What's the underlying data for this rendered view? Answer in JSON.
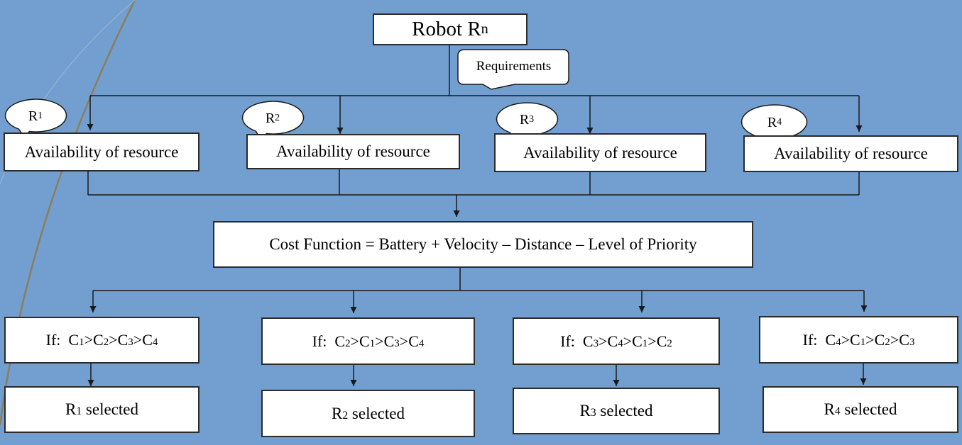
{
  "diagram": {
    "title": {
      "base": "Robot R",
      "sub": "n"
    },
    "requirements_label": "Requirements",
    "resources": [
      {
        "callout_base": "R",
        "callout_sub": "1",
        "label": "Availability of resource"
      },
      {
        "callout_base": "R",
        "callout_sub": "2",
        "label": "Availability of resource"
      },
      {
        "callout_base": "R",
        "callout_sub": "3",
        "label": "Availability of resource"
      },
      {
        "callout_base": "R",
        "callout_sub": "4",
        "label": "Availability of resource"
      }
    ],
    "cost_function": "Cost Function =  Battery + Velocity – Distance – Level of Priority",
    "conditions": [
      {
        "prefix": "If:",
        "terms": [
          "C1",
          "C2",
          "C3",
          "C4"
        ],
        "display": "C1>C2>C3>C4"
      },
      {
        "prefix": "If:",
        "terms": [
          "C2",
          "C1",
          "C3",
          "C4"
        ],
        "display": "C2>C1>C3>C4"
      },
      {
        "prefix": "If:",
        "terms": [
          "C3",
          "C4",
          "C1",
          "C2"
        ],
        "display": "C3>C4>C1>C2"
      },
      {
        "prefix": "If:",
        "terms": [
          "C4",
          "C1",
          "C2",
          "C3"
        ],
        "display": "C4>C1>C2>C3"
      }
    ],
    "outcomes": [
      {
        "robot": "R1",
        "text": "selected"
      },
      {
        "robot": "R2",
        "text": "selected"
      },
      {
        "robot": "R3",
        "text": "selected"
      },
      {
        "robot": "R4",
        "text": "selected"
      }
    ],
    "colors": {
      "background": "#729fcf",
      "box": "#ffffff",
      "line": "#1a1a1a",
      "curve": "#8a7e5c"
    }
  }
}
